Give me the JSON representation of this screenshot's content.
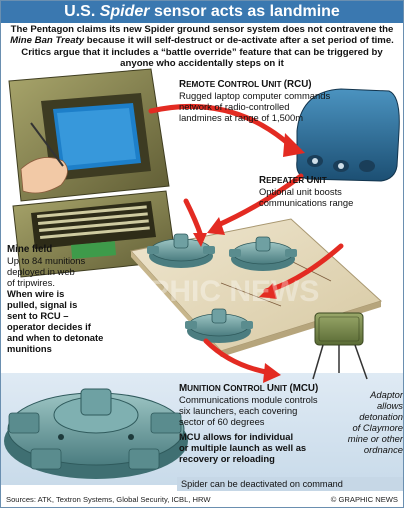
{
  "title": {
    "prefix": "U.S. ",
    "italic": "Spider",
    "suffix": " sensor acts as landmine"
  },
  "intro": {
    "part1": "The Pentagon claims its new Spider ground sensor system does not contravene the ",
    "italic": "Mine Ban Treaty",
    "part2": " because it will self-destruct or de-activate after a set period of time. Critics argue that it includes a “battle override” feature that can be triggered by anyone who accidentally steps on it"
  },
  "rcu": {
    "heading_cap": "R",
    "heading_sc1": "EMOTE ",
    "heading_cap2": "C",
    "heading_sc2": "ONTROL ",
    "heading_cap3": "U",
    "heading_sc3": "NIT ",
    "heading_abbr": "(RCU)",
    "lines": [
      "Rugged laptop computer commands",
      "network of radio-controlled",
      "landmines at range of 1,500m"
    ]
  },
  "repeater": {
    "heading_cap": "R",
    "heading_sc1": "EPEATER ",
    "heading_cap2": "U",
    "heading_sc2": "NIT",
    "lines": [
      "Optional unit boosts",
      "communications range"
    ]
  },
  "minefield": {
    "heading": "Mine field",
    "lines": [
      "Up to 84 munitions",
      "deployed in web",
      "of tripwires."
    ],
    "bold_lines": [
      "When wire is",
      "pulled, signal is",
      "sent to RCU –",
      "operator decides if",
      "and when to detonate",
      "munitions"
    ]
  },
  "mcu": {
    "heading_cap": "M",
    "heading_sc1": "UNITION ",
    "heading_cap2": "C",
    "heading_sc2": "ONTROL ",
    "heading_cap3": "U",
    "heading_sc3": "NIT ",
    "heading_abbr": "(MCU)",
    "lines": [
      "Communications module controls",
      "six launchers, each covering",
      "sector of 60 degrees"
    ],
    "bold_lines": [
      "MCU allows for individual",
      "or multiple launch as well as",
      "recovery or reloading"
    ],
    "deactivate": "Spider can be deactivated on command"
  },
  "adaptor": {
    "lines": [
      "Adaptor",
      "allows",
      "detonation",
      "of Claymore",
      "mine or other",
      "ordnance"
    ]
  },
  "footer": {
    "sources": "Sources: ATK, Textron Systems, Global Security, ICBL, HRW",
    "copyright": "© GRAPHIC NEWS"
  },
  "watermark": "GRAPHIC NEWS",
  "colors": {
    "title_bg": "#3a78b0",
    "arrow_red": "#e32b22",
    "mcu_band": "#d6e4f0",
    "device_olive": "#7d7a4c",
    "repeater_blue": "#2b6f9a",
    "mine_teal": "#6a9a9c"
  }
}
